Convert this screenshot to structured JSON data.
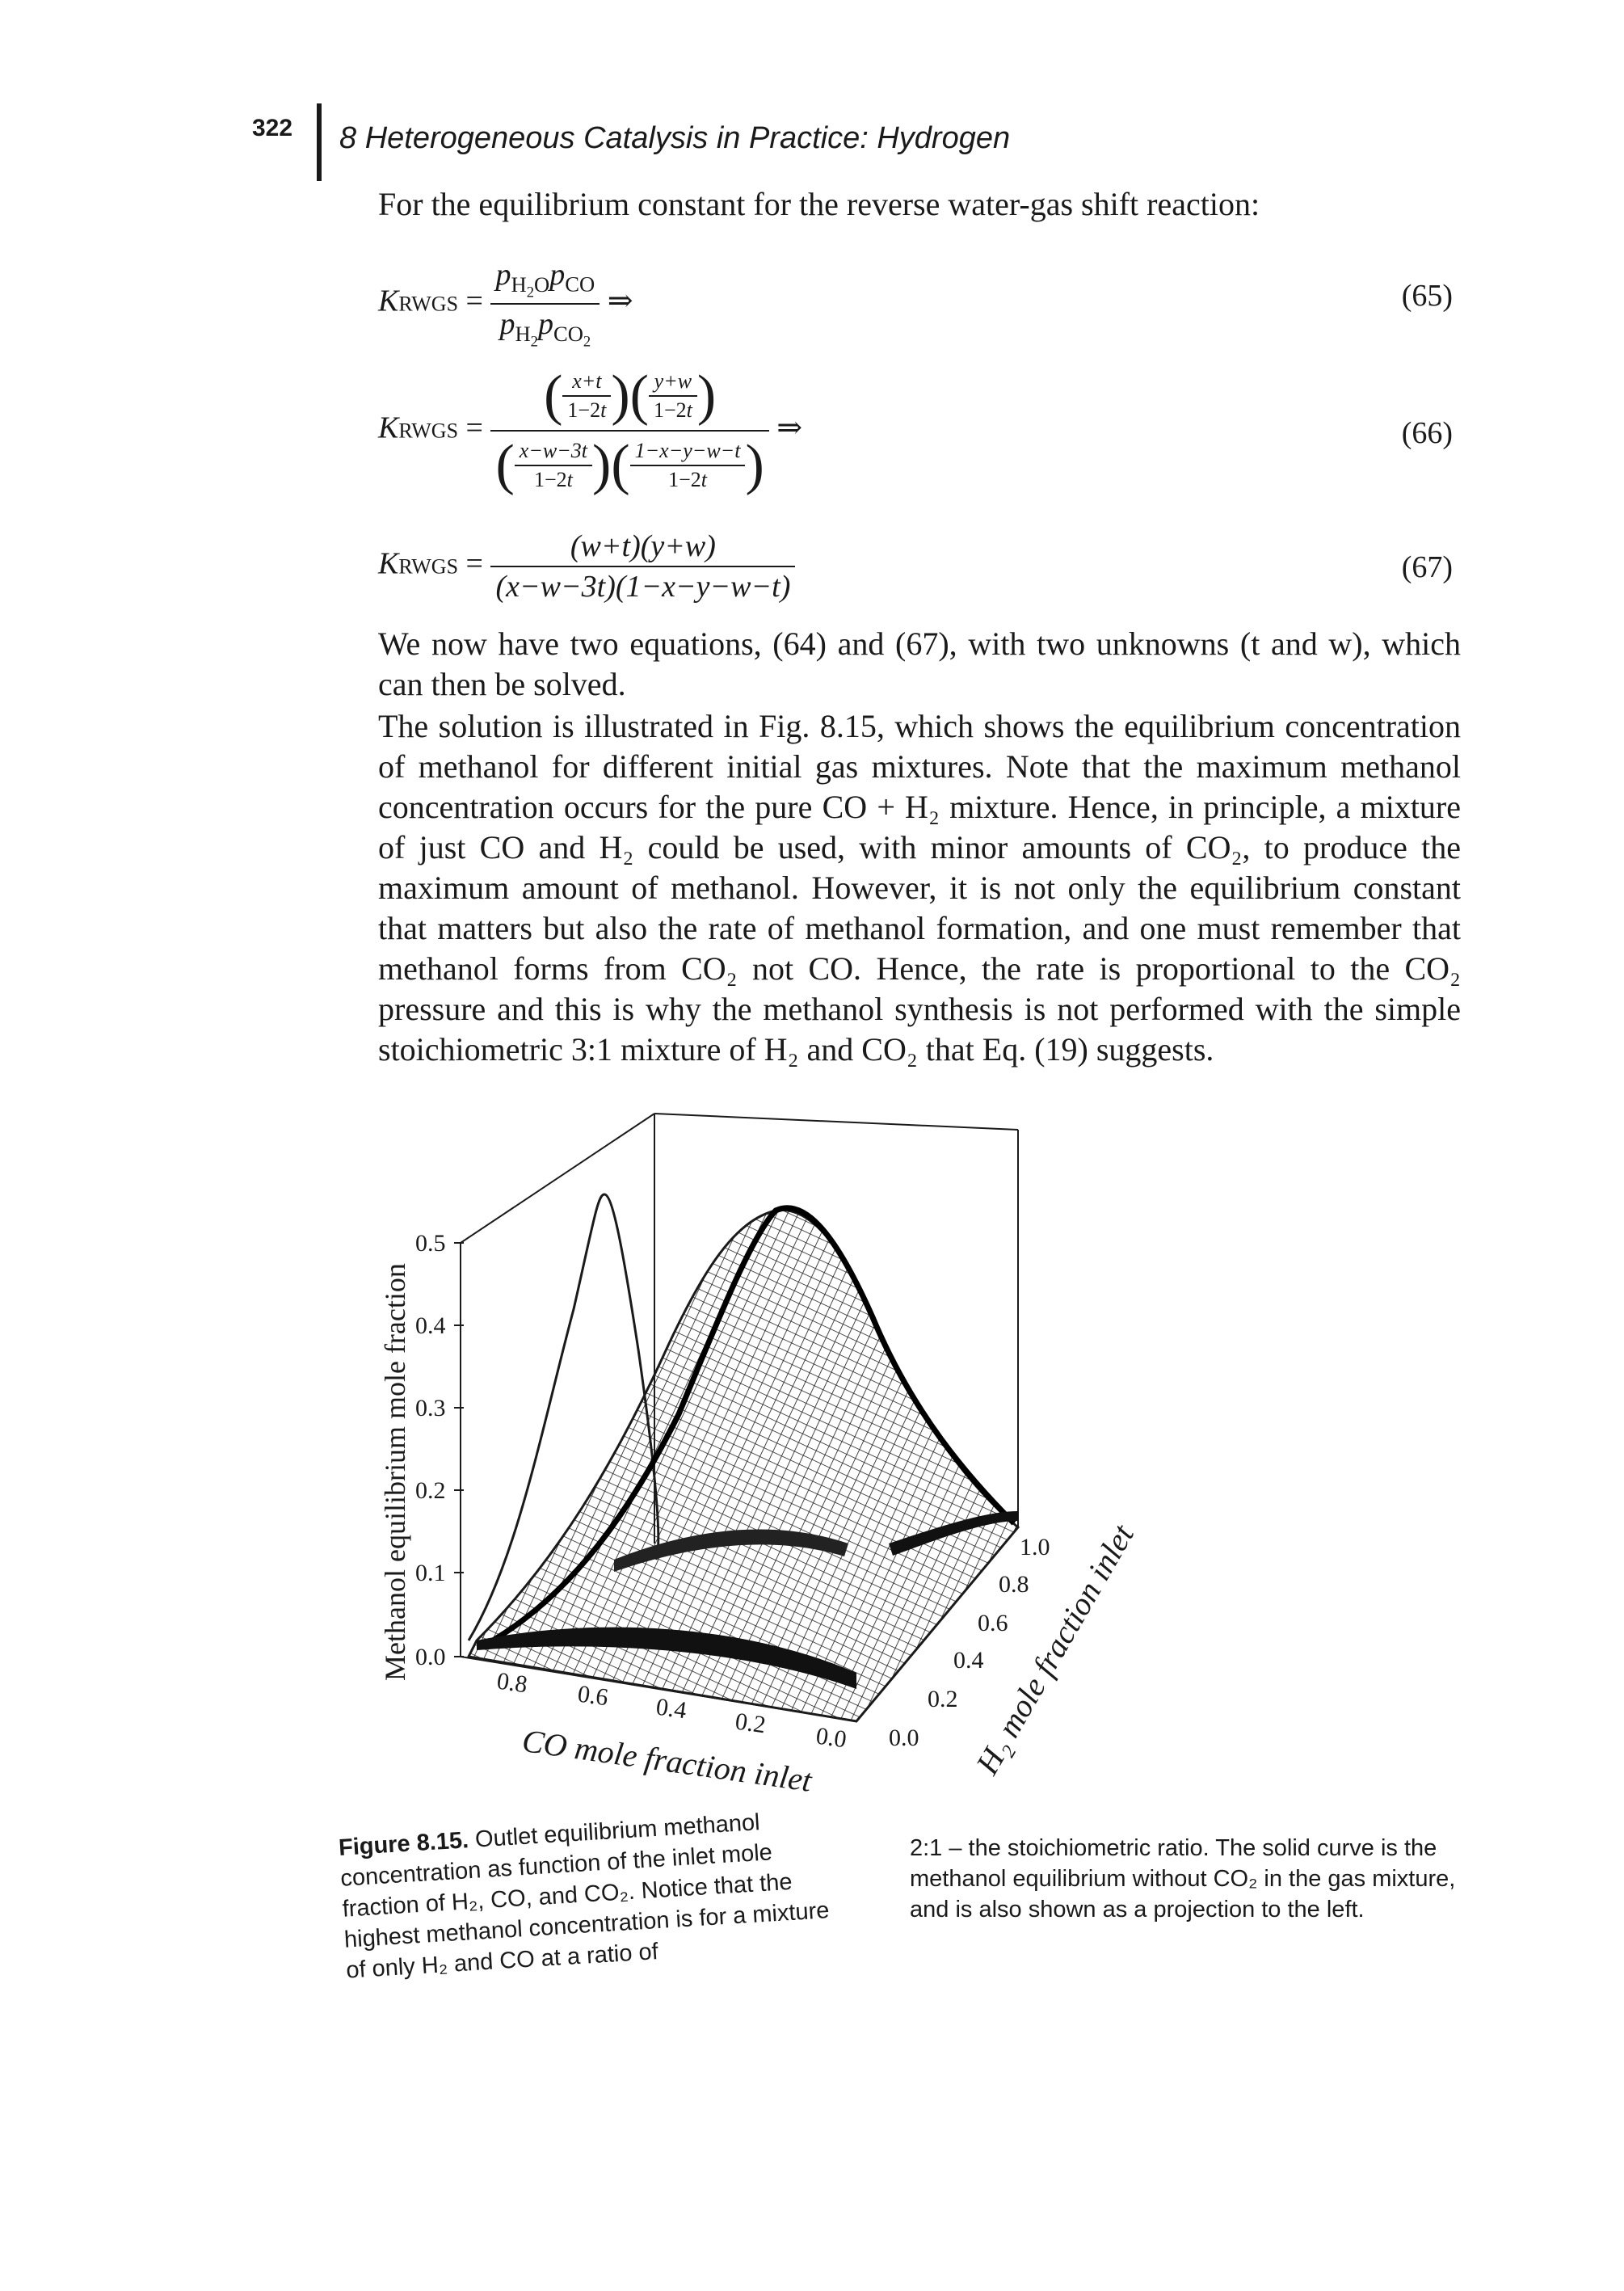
{
  "header": {
    "page_number": "322",
    "running_title": "8 Heterogeneous Catalysis in Practice: Hydrogen"
  },
  "intro": "For the equilibrium constant for the reverse water-gas shift reaction:",
  "equations": [
    {
      "number": "(65)"
    },
    {
      "number": "(66)"
    },
    {
      "number": "(67)"
    }
  ],
  "paragraphs": [
    "We now have two equations, (64) and (67), with two unknowns (t and w), which can then be solved.",
    "The solution is illustrated in Fig. 8.15, which shows the equilibrium concentration of methanol for different initial gas mixtures. Note that the maximum methanol concentration occurs for the pure CO + H₂ mixture. Hence, in principle, a mixture of just CO and H₂ could be used, with minor amounts of CO₂, to produce the maximum amount of methanol. However, it is not only the equilibrium constant that matters but also the rate of methanol formation, and one must remember that methanol forms from CO₂ not CO. Hence, the rate is proportional to the CO₂ pressure and this is why the methanol synthesis is not performed with the simple stoichiometric 3:1 mixture of H₂ and CO₂ that Eq. (19) suggests."
  ],
  "figure": {
    "z_axis_label": "Methanol equilibrium mole fraction",
    "z_ticks": [
      "0.5",
      "0.4",
      "0.3",
      "0.2",
      "0.1",
      "0.0"
    ],
    "x_axis_label": "CO mole fraction inlet",
    "x_ticks": [
      "0.8",
      "0.6",
      "0.4",
      "0.2",
      "0.0"
    ],
    "y_axis_label": "H₂ mole fraction inlet",
    "y_ticks": [
      "1.0",
      "0.8",
      "0.6",
      "0.4",
      "0.2",
      "0.0"
    ]
  },
  "caption": {
    "label": "Figure 8.15.",
    "left_text": "Outlet equilibrium methanol concentration as function of the inlet mole fraction of H₂, CO, and CO₂. Notice that the highest methanol concentration is for a mixture of only H₂ and CO at a ratio of",
    "right_text": "2:1 – the stoichiometric ratio. The solid curve is the methanol equilibrium without CO₂ in the gas mixture, and is also shown as a projection to the left."
  }
}
